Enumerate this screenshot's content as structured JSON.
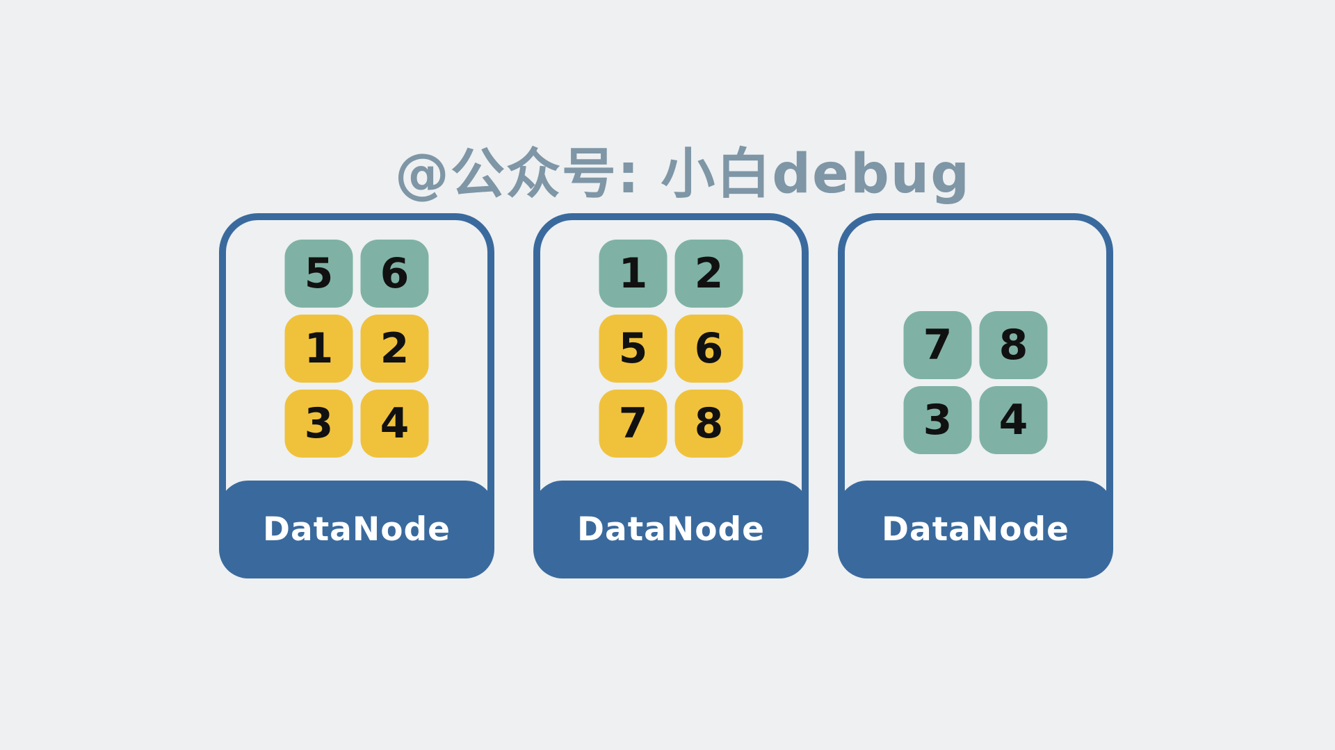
{
  "page": {
    "watermark": "@公众号: 小白debug"
  },
  "colors": {
    "background": "#EEF0F2",
    "watermark_gray_blue": "#7E96A5",
    "node_blue": "#3A6A9D",
    "block_green": "#7FB2A4",
    "block_yellow": "#F0C23C",
    "digit_black": "#111111",
    "label_white": "#FFFFFF"
  },
  "nodes": [
    {
      "label": "DataNode",
      "grid": "2x3",
      "blocks": [
        {
          "value": "5",
          "color": "green"
        },
        {
          "value": "6",
          "color": "green"
        },
        {
          "value": "1",
          "color": "yellow"
        },
        {
          "value": "2",
          "color": "yellow"
        },
        {
          "value": "3",
          "color": "yellow"
        },
        {
          "value": "4",
          "color": "yellow"
        }
      ]
    },
    {
      "label": "DataNode",
      "grid": "2x3",
      "blocks": [
        {
          "value": "1",
          "color": "green"
        },
        {
          "value": "2",
          "color": "green"
        },
        {
          "value": "5",
          "color": "yellow"
        },
        {
          "value": "6",
          "color": "yellow"
        },
        {
          "value": "7",
          "color": "yellow"
        },
        {
          "value": "8",
          "color": "yellow"
        }
      ]
    },
    {
      "label": "DataNode",
      "grid": "2x2",
      "blocks": [
        {
          "value": "7",
          "color": "green"
        },
        {
          "value": "8",
          "color": "green"
        },
        {
          "value": "3",
          "color": "green"
        },
        {
          "value": "4",
          "color": "green"
        }
      ]
    }
  ]
}
